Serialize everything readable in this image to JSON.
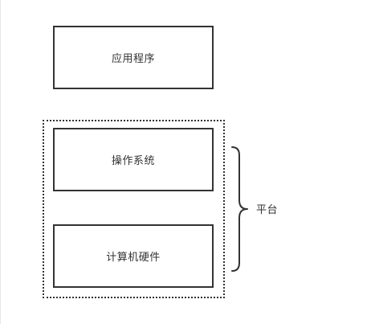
{
  "diagram": {
    "application_box": "应用程序",
    "operating_system_box": "操作系统",
    "hardware_box": "计算机硬件",
    "platform_label": "平台"
  }
}
